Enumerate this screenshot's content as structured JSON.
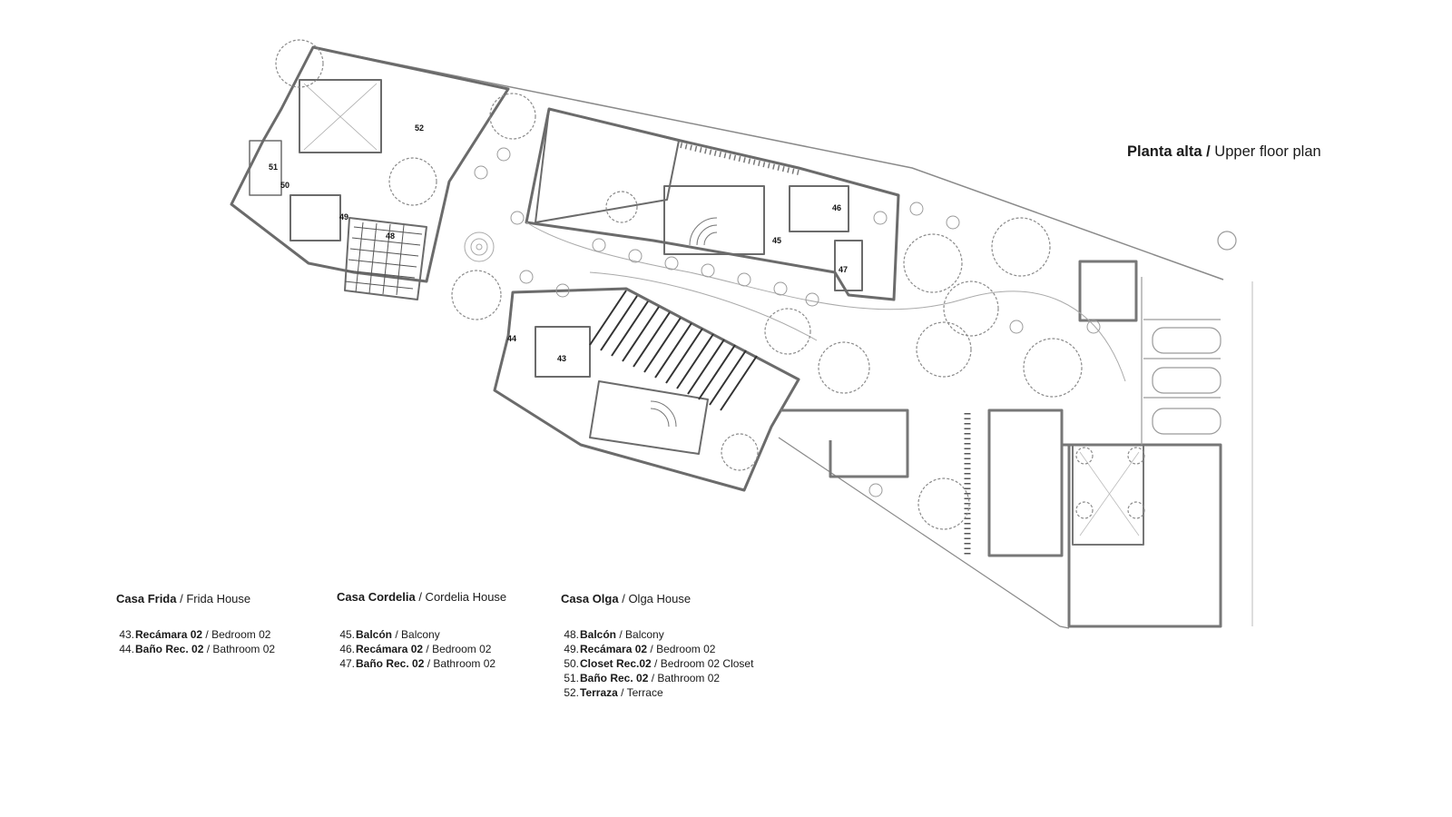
{
  "plan_title": {
    "bold": "Planta alta /",
    "regular": "Upper floor plan"
  },
  "houses": [
    {
      "name_es": "Casa Frida",
      "name_en": "/ Frida House",
      "rooms": [
        {
          "num": "43.",
          "es": "Recámara 02",
          "en": "/ Bedroom 02"
        },
        {
          "num": "44.",
          "es": "Baño Rec. 02",
          "en": "/ Bathroom 02"
        }
      ]
    },
    {
      "name_es": "Casa Cordelia",
      "name_en": "/ Cordelia House",
      "rooms": [
        {
          "num": "45.",
          "es": "Balcón",
          "en": "/ Balcony"
        },
        {
          "num": "46.",
          "es": "Recámara 02",
          "en": "/ Bedroom 02"
        },
        {
          "num": "47.",
          "es": "Baño Rec. 02",
          "en": "/ Bathroom 02"
        }
      ]
    },
    {
      "name_es": "Casa Olga",
      "name_en": "/ Olga House",
      "rooms": [
        {
          "num": "48.",
          "es": "Balcón",
          "en": "/ Balcony"
        },
        {
          "num": "49.",
          "es": "Recámara 02",
          "en": "/ Bedroom 02"
        },
        {
          "num": "50.",
          "es": "Closet Rec.02",
          "en": "/ Bedroom 02 Closet"
        },
        {
          "num": "51.",
          "es": "Baño Rec. 02",
          "en": "/ Bathroom 02"
        },
        {
          "num": "52.",
          "es": "Terraza",
          "en": "/ Terrace"
        }
      ]
    }
  ],
  "plan_labels": [
    "43",
    "44",
    "45",
    "46",
    "47",
    "48",
    "49",
    "50",
    "51",
    "52"
  ],
  "colors": {
    "wall": "#6b6b6b",
    "line": "#9a9a9a",
    "tree": "#8a8a8a",
    "text": "#1a1a1a"
  }
}
